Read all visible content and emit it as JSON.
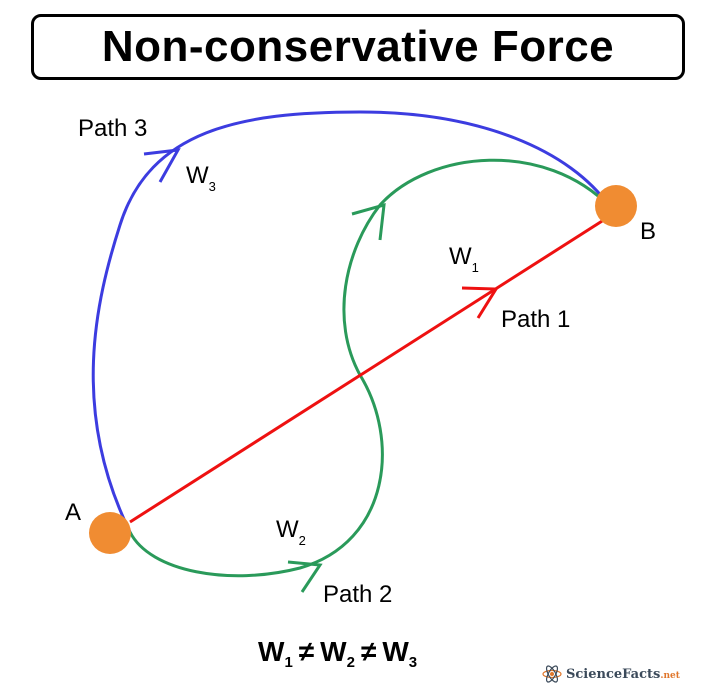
{
  "title": "Non-conservative Force",
  "points": {
    "a_label": "A",
    "b_label": "B"
  },
  "paths": [
    {
      "label": "Path 1",
      "work": "W",
      "sub": "1"
    },
    {
      "label": "Path 2",
      "work": "W",
      "sub": "2"
    },
    {
      "label": "Path 3",
      "work": "W",
      "sub": "3"
    }
  ],
  "equation": {
    "w": "W",
    "subs": [
      "1",
      "2",
      "3"
    ],
    "neq": "≠"
  },
  "colors": {
    "path1": "#ee1111",
    "path2": "#2a9a5a",
    "path3": "#3c3ce0",
    "point": "#f08c32"
  },
  "logo": {
    "text": "ScienceFacts",
    "suffix": ".net"
  }
}
